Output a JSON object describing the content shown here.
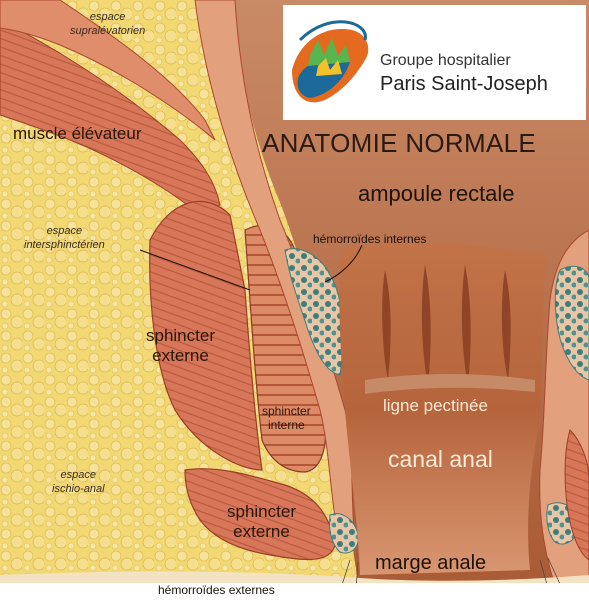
{
  "figure": {
    "title": "ANATOMIE NORMALE",
    "organization": {
      "line1": "Groupe hospitalier",
      "line2": "Paris Saint-Joseph",
      "logo_icon": "hospital-logo-icon"
    },
    "labels": {
      "supralevator": [
        "espace",
        "supralévatorien"
      ],
      "levator_muscle": "muscle élévateur",
      "intersphincteric": [
        "espace",
        "intersphinctérien"
      ],
      "rectal_ampulla": "ampoule rectale",
      "internal_hemorrhoids": "hémorroïdes internes",
      "external_sphincter_upper": [
        "sphincter",
        "externe"
      ],
      "internal_sphincter": [
        "sphincter",
        "interne"
      ],
      "pectinate_line": "ligne pectinée",
      "anal_canal": "canal anal",
      "ischioanal": [
        "espace",
        "ischio-anal"
      ],
      "external_sphincter_lower": [
        "sphincter",
        "externe"
      ],
      "anal_margin": "marge anale",
      "external_hemorrhoids": "hémorroïdes externes"
    },
    "colors": {
      "fat": "#f2d873",
      "muscle": "#d8765a",
      "muscle_dark": "#a9482e",
      "mucosa": "#c9825c",
      "lumen": "#b5643c",
      "vessel": "#3f7d7a"
    }
  }
}
